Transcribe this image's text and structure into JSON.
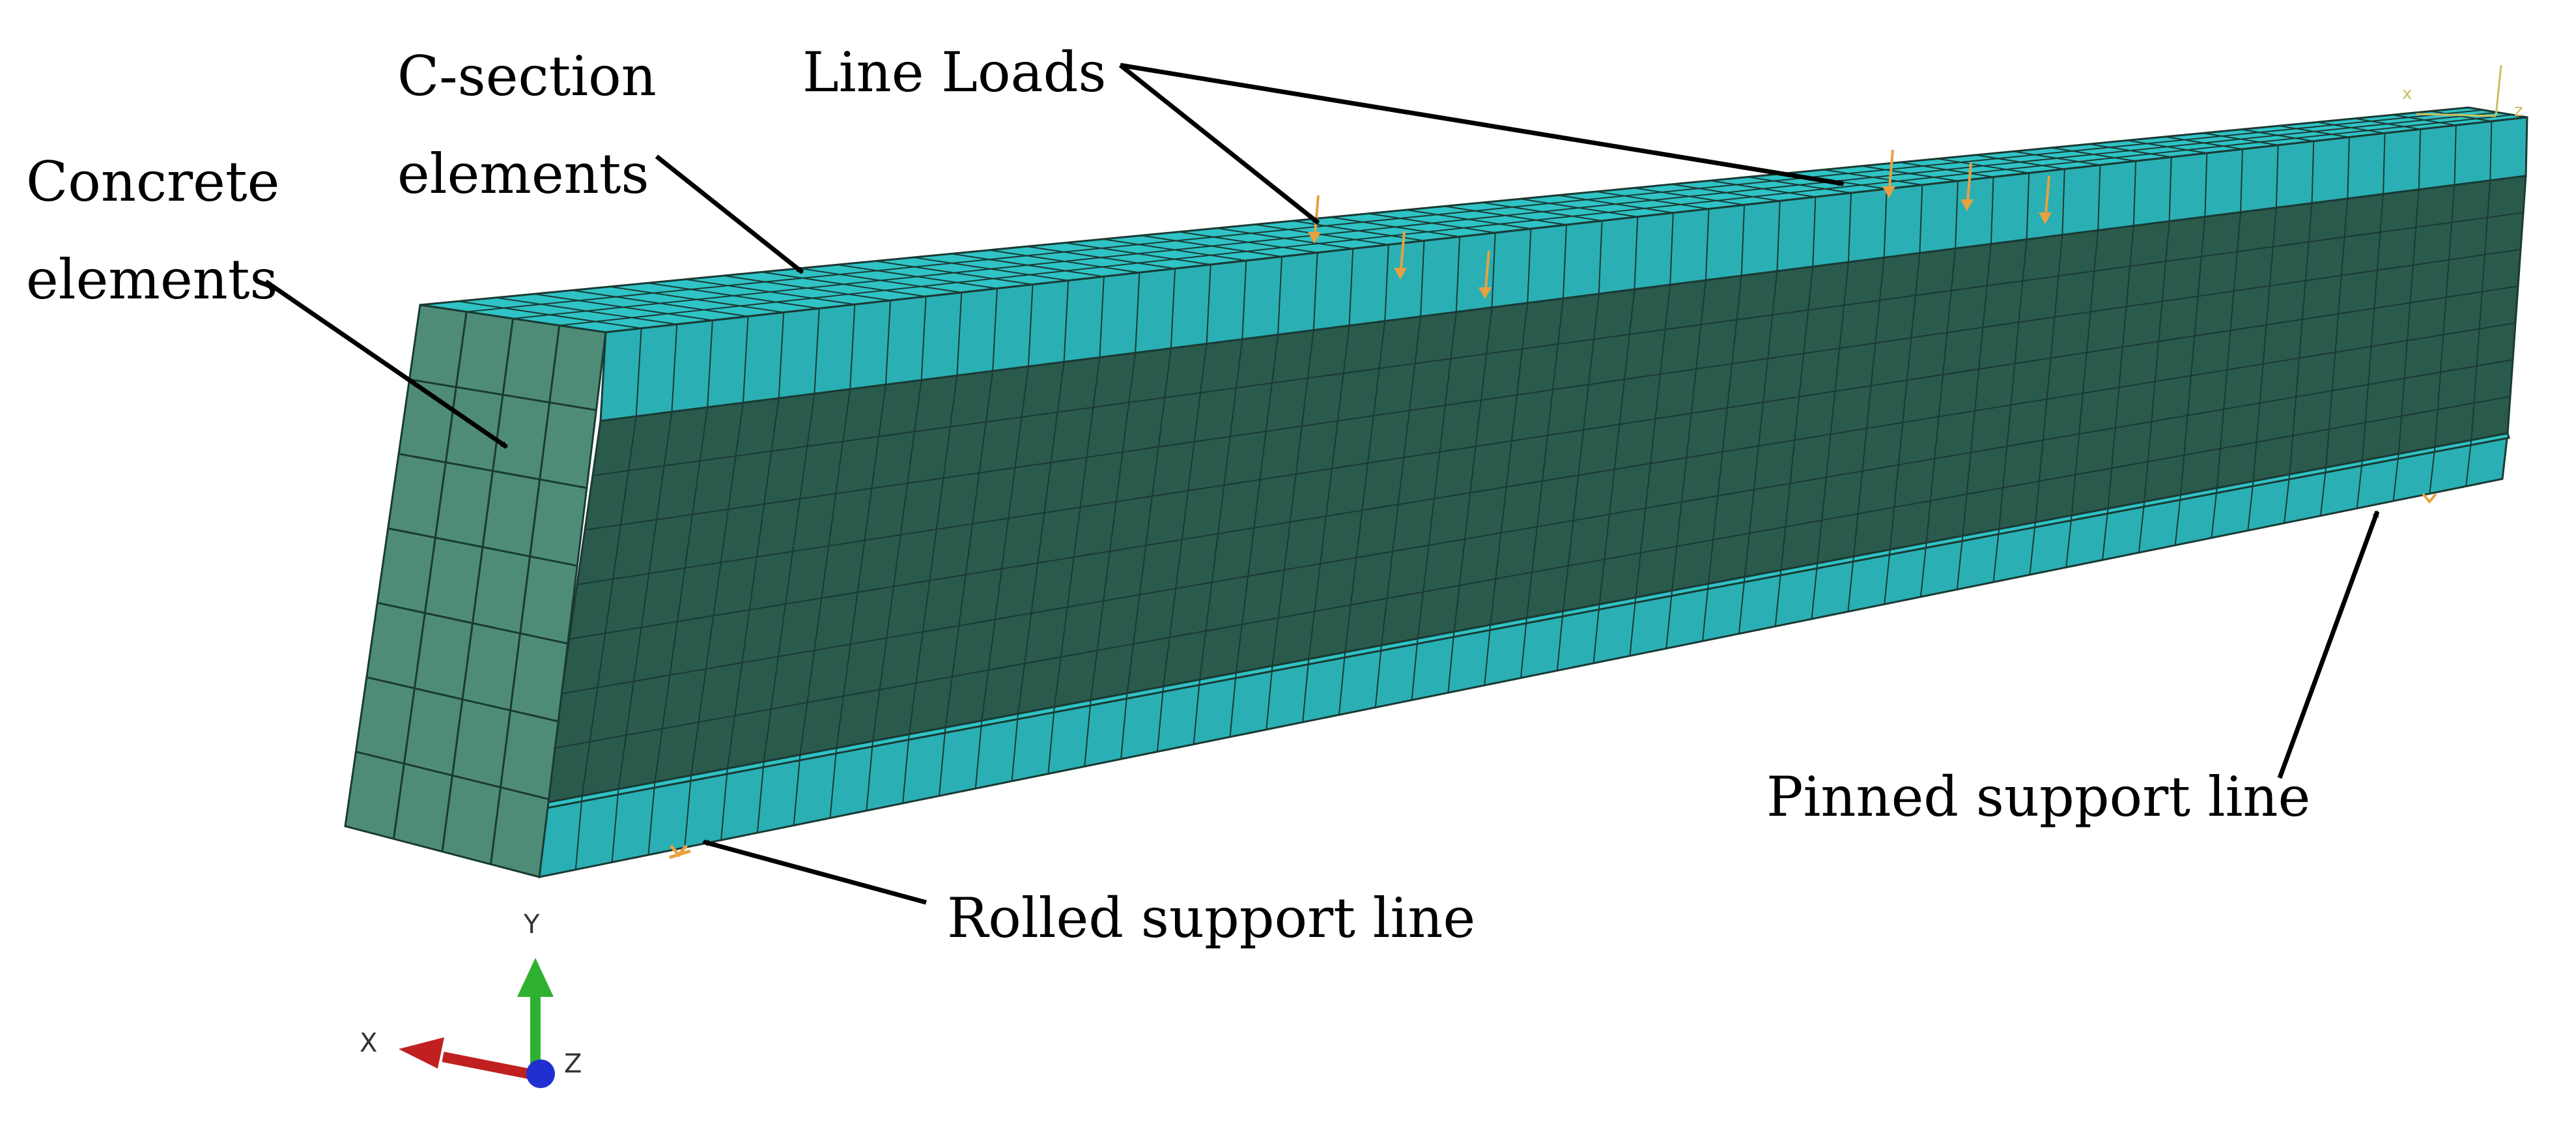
{
  "labels": {
    "concrete_line1": "Concrete",
    "concrete_line2": "elements",
    "csection_line1": "C-section",
    "csection_line2": "elements",
    "line_loads": "Line Loads",
    "pinned_support": "Pinned support line",
    "rolled_support": "Rolled support line"
  },
  "triad": {
    "y": "Y",
    "x": "X",
    "z": "Z"
  },
  "corner_triad": {
    "x": "x",
    "z": "z"
  },
  "colors": {
    "flange_top": "#2fc3c6",
    "flange_side": "#2ab0b4",
    "web_face": "#2a5a4c",
    "end_face": "#4e8c78",
    "mesh_line": "#1a3a34",
    "load_arrow": "#e8a040",
    "axis_y": "#30b030",
    "axis_x": "#c02020",
    "axis_z": "#2030d0"
  }
}
